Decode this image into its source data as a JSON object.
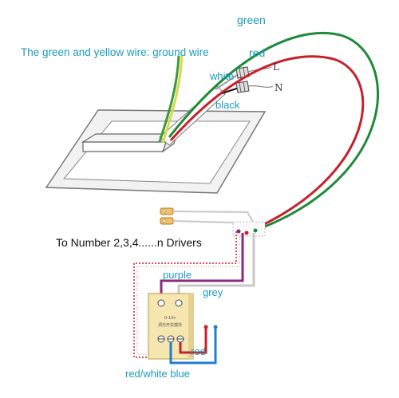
{
  "labels": {
    "green": "green",
    "red_top": "red",
    "ground": "The green and yellow wire: ground wire",
    "white": "white",
    "black": "black",
    "L": "L",
    "N": "N",
    "drivers": "To Number 2,3,4......n Drivers",
    "purple": "purple",
    "grey": "grey",
    "red_bottom": "red",
    "redwhite_blue": "red/white blue",
    "dimmer_line1": "0-10v",
    "dimmer_line2": "调光开关模块"
  },
  "colors": {
    "green_wire": "#1f8a3a",
    "red_wire": "#c8202a",
    "yellow_wire": "#d8d84a",
    "purple_wire": "#8a2b7a",
    "grey_wire": "#c8c8c8",
    "blue_wire": "#1f7fd0",
    "label_cyan": "#1a9bbd",
    "module_fill": "#f6e6b0"
  }
}
